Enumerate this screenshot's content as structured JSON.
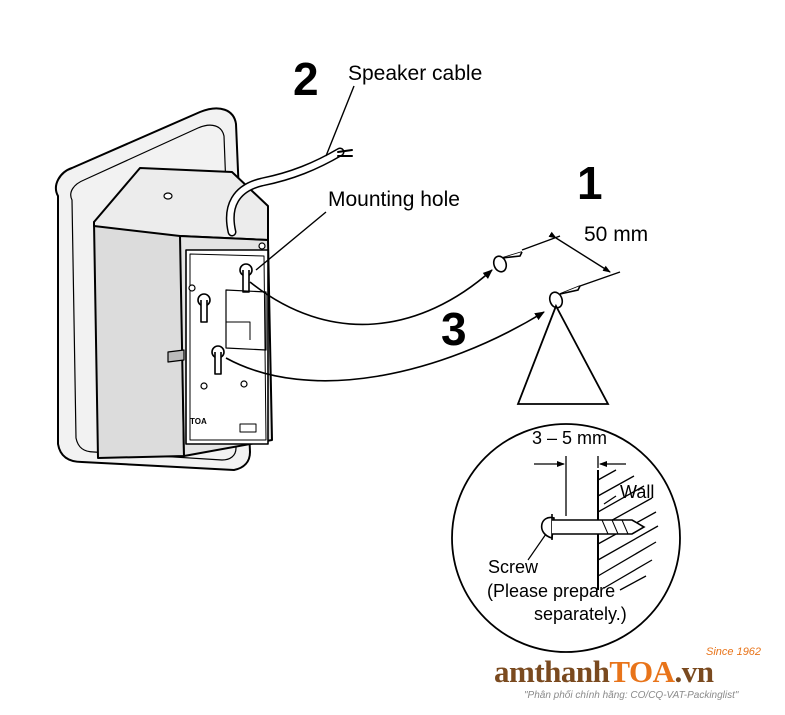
{
  "steps": {
    "step1": "1",
    "step2": "2",
    "step3": "3"
  },
  "labels": {
    "speaker_cable": "Speaker cable",
    "mounting_hole": "Mounting hole",
    "spacing": "50 mm"
  },
  "detail": {
    "depth": "3 – 5 mm",
    "wall": "Wall",
    "screw_line1": "Screw",
    "screw_line2": "(Please prepare",
    "screw_line3": "separately.)"
  },
  "speaker_mark": "TOA",
  "brand": {
    "name_prefix": "amthanh",
    "name_accent": "TOA",
    "name_suffix": ".vn",
    "since": "Since 1962",
    "tagline": "\"Phân phối chính hãng: CO/CQ-VAT-Packinglist\""
  },
  "colors": {
    "line": "#000000",
    "brand_brown": "#7a4a1f",
    "brand_orange": "#e8741a"
  }
}
